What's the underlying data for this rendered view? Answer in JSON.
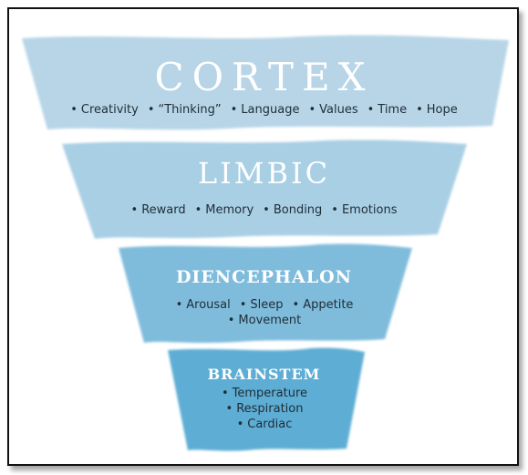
{
  "colors": {
    "cortex": "#b7d5e7",
    "limbic": "#a9cfe4",
    "diencephalon": "#7fbcdb",
    "brainstem": "#5dadd4",
    "title_text": "#ffffff",
    "item_text": "#1f2d36"
  },
  "tiers": [
    {
      "title": "CORTEX",
      "items": [
        "Creativity",
        "“Thinking”",
        "Language",
        "Values",
        "Time",
        "Hope"
      ]
    },
    {
      "title": "LIMBIC",
      "items": [
        "Reward",
        "Memory",
        "Bonding",
        "Emotions"
      ]
    },
    {
      "title": "DIENCEPHALON",
      "items": [
        "Arousal",
        "Sleep",
        "Appetite",
        "Movement"
      ]
    },
    {
      "title": "BRAINSTEM",
      "items": [
        "Temperature",
        "Respiration",
        "Cardiac"
      ]
    }
  ]
}
